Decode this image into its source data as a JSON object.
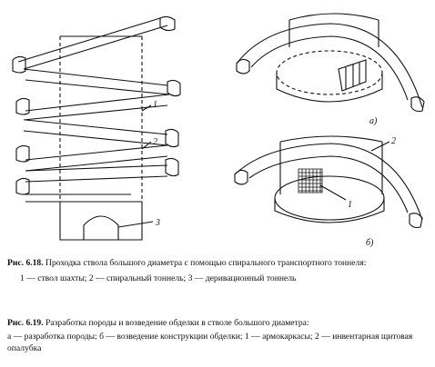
{
  "figure_618": {
    "labels": [
      "1",
      "2",
      "3"
    ]
  },
  "figure_619": {
    "panel_a": "а)",
    "panel_b": "б)",
    "labels": [
      "1",
      "2"
    ]
  },
  "caption_618": {
    "number": "Рис. 6.18.",
    "title": "Проходка ствола большого диаметра с помощью спирального транспортного тоннеля:",
    "legend": "1 — ствол шахты; 2 — спиральный тоннель; 3 — деривационный тоннель"
  },
  "caption_619": {
    "number": "Рис. 6.19.",
    "title": "Разработка породы и возведение обделки в стволе большого диаметра:",
    "legend": "а — разработка породы; б — возведение конструкции обделки; 1 — армокаркасы; 2 — инвентарная щитовая опалубка"
  }
}
